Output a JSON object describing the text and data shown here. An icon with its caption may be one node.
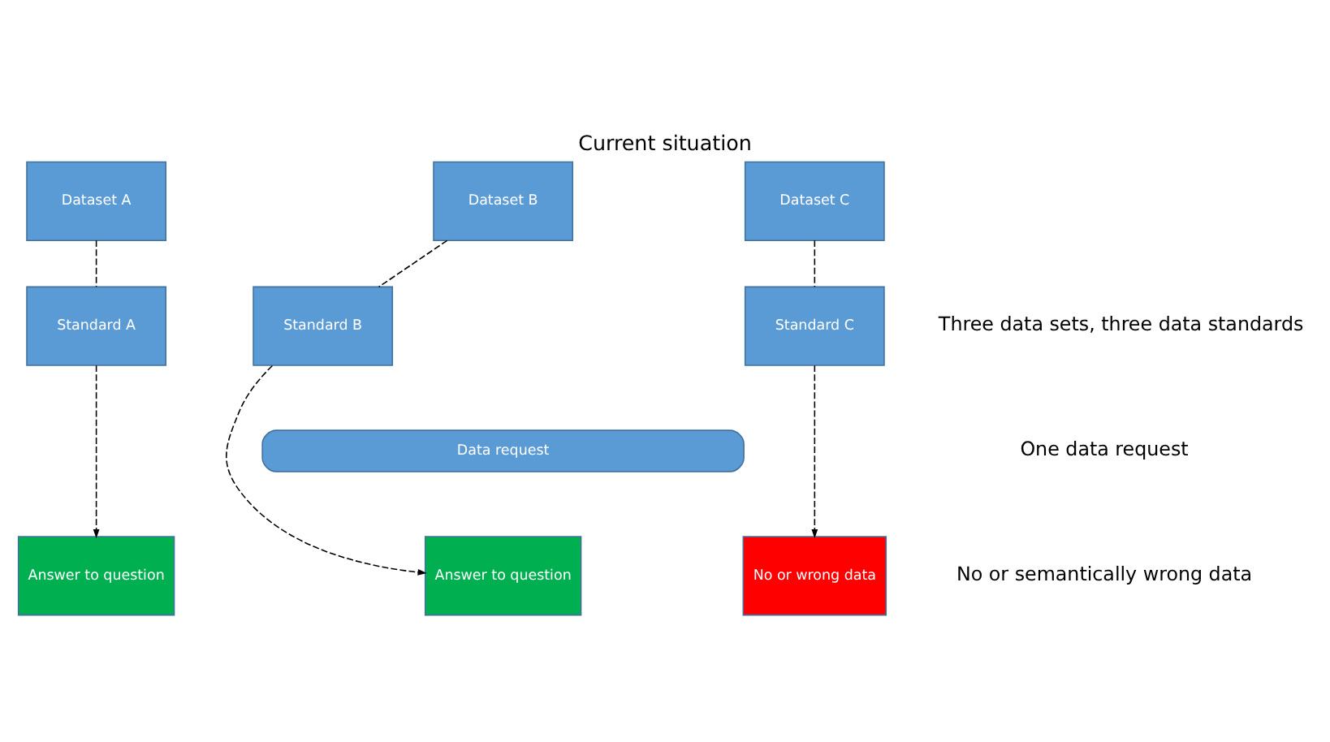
{
  "diagram": {
    "title": "Current situation",
    "nodes": [
      {
        "text": [
          "Dataset A"
        ]
      },
      {
        "text": [
          "Dataset B"
        ]
      },
      {
        "text": [
          "Dataset C"
        ]
      },
      {
        "text": [
          "Standard A"
        ]
      },
      {
        "text": [
          "Standard B"
        ]
      },
      {
        "text": [
          "Standard C"
        ]
      },
      {
        "text": [
          "Data request"
        ]
      },
      {
        "text": [
          "Answer to question"
        ]
      },
      {
        "text": [
          "Answer to question"
        ]
      },
      {
        "text": [
          "No or wrong data"
        ]
      }
    ],
    "edges": [
      {
        "from": 0,
        "to": 3,
        "arrow": "none",
        "style": "dashed"
      },
      {
        "from": 1,
        "to": 4,
        "arrow": "none",
        "style": "dashed"
      },
      {
        "from": 2,
        "to": 5,
        "arrow": "none",
        "style": "dashed"
      },
      {
        "from": 3,
        "to": 7,
        "arrow": "to",
        "style": "dashed"
      },
      {
        "from": 4,
        "to": 8,
        "arrow": "to",
        "style": "dashed"
      },
      {
        "from": 5,
        "to": 9,
        "arrow": "to",
        "style": "dashed"
      }
    ],
    "labels": [
      "Three data sets, three data standards",
      "One data request",
      "No or semantically wrong data"
    ]
  }
}
